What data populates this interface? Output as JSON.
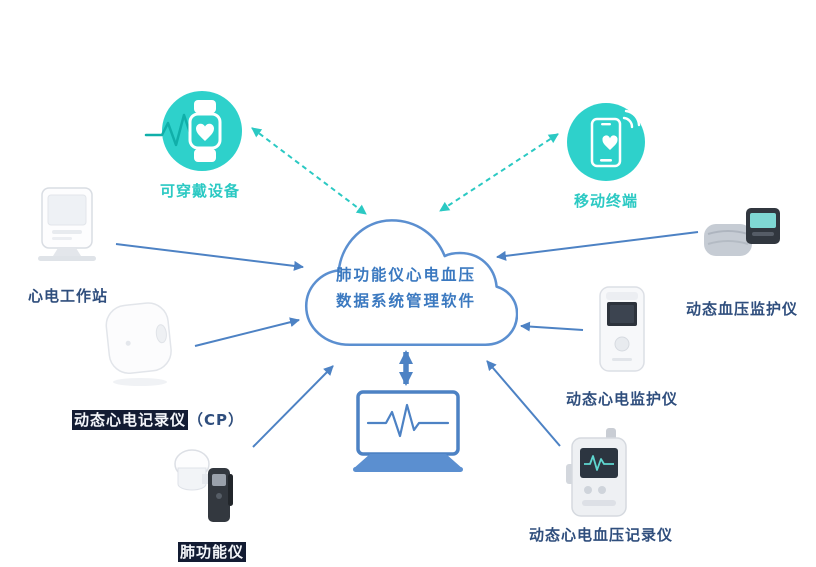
{
  "cloud": {
    "title_line1": "肺功能仪心电血压",
    "title_line2": "数据系统管理软件"
  },
  "devices": {
    "wearable": {
      "label": "可穿戴设备"
    },
    "mobile": {
      "label": "移动终端"
    },
    "ecg_workstation": {
      "label": "心电工作站"
    },
    "holter_recorder": {
      "label": "动态心电记录仪",
      "label_suffix": "（CP）"
    },
    "spirometer": {
      "label": "肺功能仪"
    },
    "bp_monitor": {
      "label": "动态血压监护仪"
    },
    "ecg_monitor": {
      "label": "动态心电监护仪"
    },
    "ecg_bp_recorder": {
      "label": "动态心电血压记录仪"
    }
  },
  "colors": {
    "teal_accent": "#2BC9C3",
    "blue_accent": "#4D82C4",
    "cloud_outline": "#5B8FD0",
    "cloud_text": "#3B79C0",
    "label_text": "#2F4E7D",
    "highlight_bg": "#131C33"
  }
}
